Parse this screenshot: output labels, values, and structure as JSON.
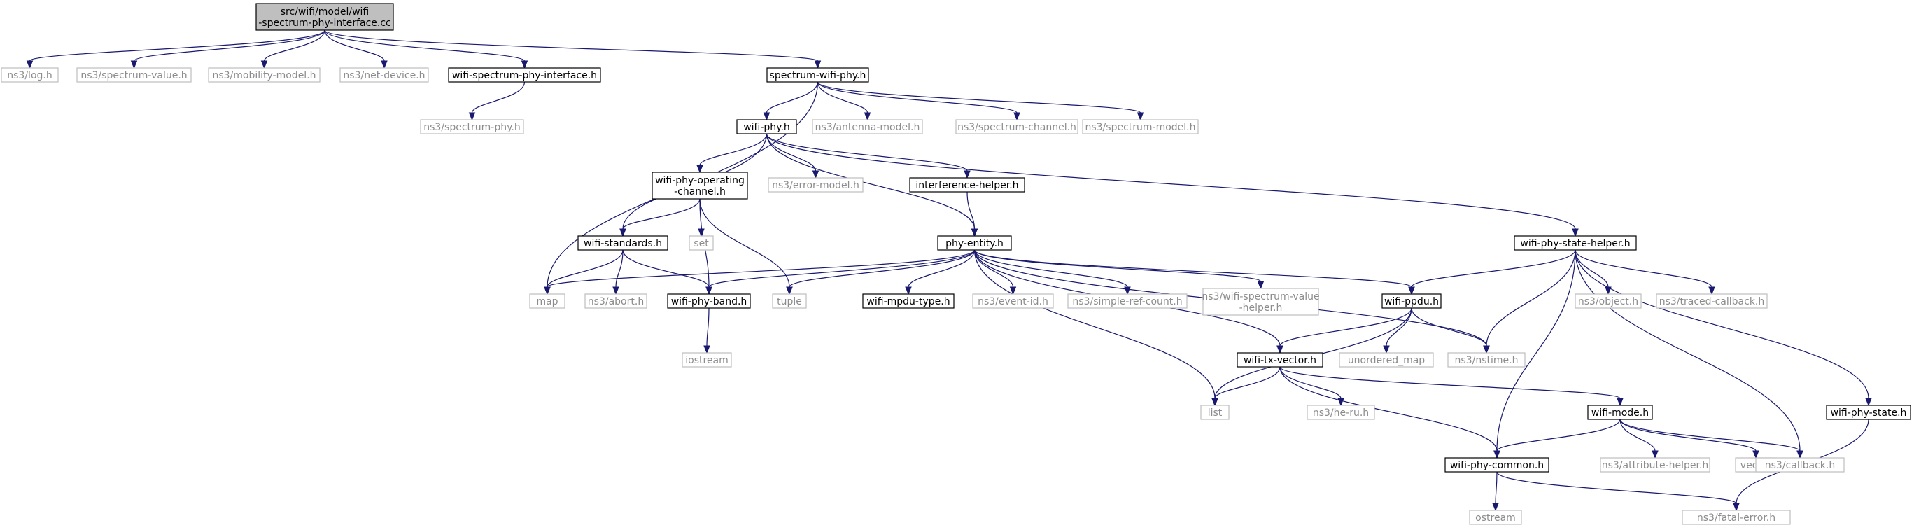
{
  "nodes": [
    {
      "id": "root",
      "lines": [
        "src/wifi/model/wifi",
        "-spectrum-phy-interface.cc"
      ],
      "kind": "root"
    },
    {
      "id": "log",
      "lines": [
        "ns3/log.h"
      ],
      "kind": "external"
    },
    {
      "id": "specval",
      "lines": [
        "ns3/spectrum-value.h"
      ],
      "kind": "external"
    },
    {
      "id": "mobility",
      "lines": [
        "ns3/mobility-model.h"
      ],
      "kind": "external"
    },
    {
      "id": "netdev",
      "lines": [
        "ns3/net-device.h"
      ],
      "kind": "external"
    },
    {
      "id": "wspi",
      "lines": [
        "wifi-spectrum-phy-interface.h"
      ],
      "kind": "local"
    },
    {
      "id": "swp",
      "lines": [
        "spectrum-wifi-phy.h"
      ],
      "kind": "local"
    },
    {
      "id": "specphy",
      "lines": [
        "ns3/spectrum-phy.h"
      ],
      "kind": "external"
    },
    {
      "id": "wifiphy",
      "lines": [
        "wifi-phy.h"
      ],
      "kind": "local"
    },
    {
      "id": "antenna",
      "lines": [
        "ns3/antenna-model.h"
      ],
      "kind": "external"
    },
    {
      "id": "specchan",
      "lines": [
        "ns3/spectrum-channel.h"
      ],
      "kind": "external"
    },
    {
      "id": "specmodel",
      "lines": [
        "ns3/spectrum-model.h"
      ],
      "kind": "external"
    },
    {
      "id": "opchan",
      "lines": [
        "wifi-phy-operating",
        "-channel.h"
      ],
      "kind": "local"
    },
    {
      "id": "errmodel",
      "lines": [
        "ns3/error-model.h"
      ],
      "kind": "external"
    },
    {
      "id": "interf",
      "lines": [
        "interference-helper.h"
      ],
      "kind": "local"
    },
    {
      "id": "stdh",
      "lines": [
        "wifi-standards.h"
      ],
      "kind": "local"
    },
    {
      "id": "set",
      "lines": [
        "set"
      ],
      "kind": "external"
    },
    {
      "id": "phyent",
      "lines": [
        "phy-entity.h"
      ],
      "kind": "local"
    },
    {
      "id": "statehelper",
      "lines": [
        "wifi-phy-state-helper.h"
      ],
      "kind": "local"
    },
    {
      "id": "map",
      "lines": [
        "map"
      ],
      "kind": "external"
    },
    {
      "id": "abort",
      "lines": [
        "ns3/abort.h"
      ],
      "kind": "external"
    },
    {
      "id": "band",
      "lines": [
        "wifi-phy-band.h"
      ],
      "kind": "local"
    },
    {
      "id": "tuple",
      "lines": [
        "tuple"
      ],
      "kind": "external"
    },
    {
      "id": "mpdu",
      "lines": [
        "wifi-mpdu-type.h"
      ],
      "kind": "local"
    },
    {
      "id": "eventid",
      "lines": [
        "ns3/event-id.h"
      ],
      "kind": "external"
    },
    {
      "id": "simpleref",
      "lines": [
        "ns3/simple-ref-count.h"
      ],
      "kind": "external"
    },
    {
      "id": "wsvh",
      "lines": [
        "ns3/wifi-spectrum-value",
        "-helper.h"
      ],
      "kind": "external"
    },
    {
      "id": "ppdu",
      "lines": [
        "wifi-ppdu.h"
      ],
      "kind": "local"
    },
    {
      "id": "object",
      "lines": [
        "ns3/object.h"
      ],
      "kind": "external"
    },
    {
      "id": "traced",
      "lines": [
        "ns3/traced-callback.h"
      ],
      "kind": "external"
    },
    {
      "id": "iostream",
      "lines": [
        "iostream"
      ],
      "kind": "external"
    },
    {
      "id": "txvec",
      "lines": [
        "wifi-tx-vector.h"
      ],
      "kind": "local"
    },
    {
      "id": "umap",
      "lines": [
        "unordered_map"
      ],
      "kind": "external"
    },
    {
      "id": "nstime",
      "lines": [
        "ns3/nstime.h"
      ],
      "kind": "external"
    },
    {
      "id": "list",
      "lines": [
        "list"
      ],
      "kind": "external"
    },
    {
      "id": "heru",
      "lines": [
        "ns3/he-ru.h"
      ],
      "kind": "external"
    },
    {
      "id": "wmode",
      "lines": [
        "wifi-mode.h"
      ],
      "kind": "local"
    },
    {
      "id": "state",
      "lines": [
        "wifi-phy-state.h"
      ],
      "kind": "local"
    },
    {
      "id": "common",
      "lines": [
        "wifi-phy-common.h"
      ],
      "kind": "local"
    },
    {
      "id": "attr",
      "lines": [
        "ns3/attribute-helper.h"
      ],
      "kind": "external"
    },
    {
      "id": "vector",
      "lines": [
        "vector"
      ],
      "kind": "external"
    },
    {
      "id": "callback",
      "lines": [
        "ns3/callback.h"
      ],
      "kind": "external"
    },
    {
      "id": "ostream",
      "lines": [
        "ostream"
      ],
      "kind": "external"
    },
    {
      "id": "fatal",
      "lines": [
        "ns3/fatal-error.h"
      ],
      "kind": "external"
    }
  ],
  "edges": [
    [
      "root",
      "log"
    ],
    [
      "root",
      "specval"
    ],
    [
      "root",
      "mobility"
    ],
    [
      "root",
      "netdev"
    ],
    [
      "root",
      "wspi"
    ],
    [
      "root",
      "swp"
    ],
    [
      "wspi",
      "specphy"
    ],
    [
      "swp",
      "wifiphy"
    ],
    [
      "swp",
      "antenna"
    ],
    [
      "swp",
      "specchan"
    ],
    [
      "swp",
      "specmodel"
    ],
    [
      "swp",
      "map"
    ],
    [
      "wifiphy",
      "opchan"
    ],
    [
      "wifiphy",
      "errmodel"
    ],
    [
      "wifiphy",
      "interf"
    ],
    [
      "wifiphy",
      "stdh"
    ],
    [
      "wifiphy",
      "phyent"
    ],
    [
      "wifiphy",
      "statehelper"
    ],
    [
      "opchan",
      "stdh"
    ],
    [
      "opchan",
      "set"
    ],
    [
      "opchan",
      "band"
    ],
    [
      "opchan",
      "tuple"
    ],
    [
      "interf",
      "phyent"
    ],
    [
      "stdh",
      "map"
    ],
    [
      "stdh",
      "abort"
    ],
    [
      "stdh",
      "band"
    ],
    [
      "band",
      "iostream"
    ],
    [
      "phyent",
      "map"
    ],
    [
      "phyent",
      "band"
    ],
    [
      "phyent",
      "tuple"
    ],
    [
      "phyent",
      "mpdu"
    ],
    [
      "phyent",
      "eventid"
    ],
    [
      "phyent",
      "simpleref"
    ],
    [
      "phyent",
      "wsvh"
    ],
    [
      "phyent",
      "ppdu"
    ],
    [
      "phyent",
      "txvec"
    ],
    [
      "phyent",
      "nstime"
    ],
    [
      "phyent",
      "list"
    ],
    [
      "statehelper",
      "ppdu"
    ],
    [
      "statehelper",
      "object"
    ],
    [
      "statehelper",
      "traced"
    ],
    [
      "statehelper",
      "nstime"
    ],
    [
      "statehelper",
      "common"
    ],
    [
      "statehelper",
      "callback"
    ],
    [
      "statehelper",
      "state"
    ],
    [
      "ppdu",
      "txvec"
    ],
    [
      "ppdu",
      "umap"
    ],
    [
      "ppdu",
      "nstime"
    ],
    [
      "ppdu",
      "list"
    ],
    [
      "txvec",
      "list"
    ],
    [
      "txvec",
      "heru"
    ],
    [
      "txvec",
      "wmode"
    ],
    [
      "txvec",
      "common"
    ],
    [
      "wmode",
      "common"
    ],
    [
      "wmode",
      "attr"
    ],
    [
      "wmode",
      "vector"
    ],
    [
      "wmode",
      "callback"
    ],
    [
      "common",
      "ostream"
    ],
    [
      "common",
      "fatal"
    ],
    [
      "state",
      "fatal"
    ]
  ]
}
